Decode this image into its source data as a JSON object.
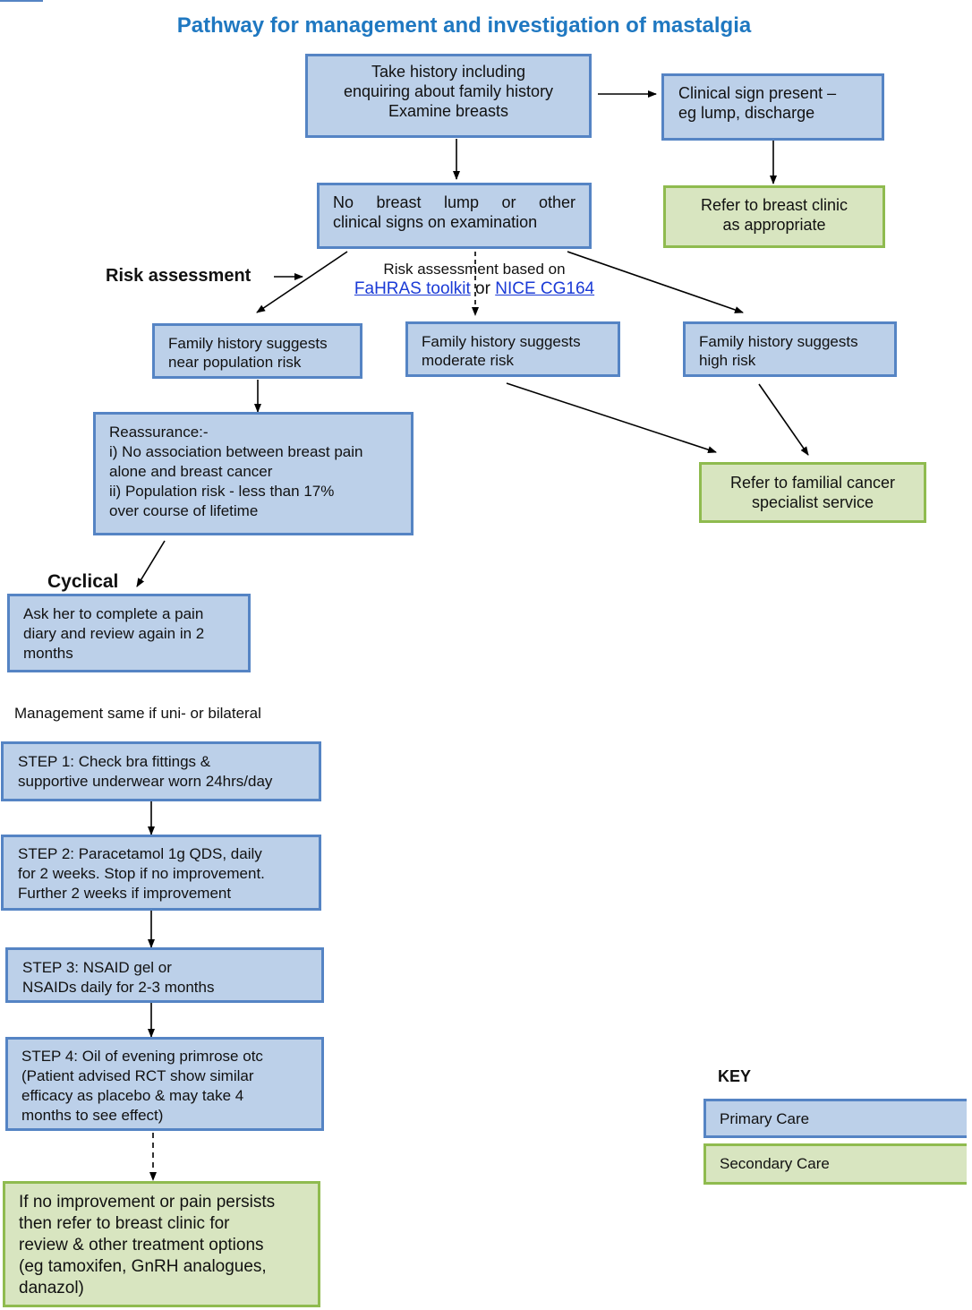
{
  "title": "Pathway for management and investigation of mastalgia",
  "history": {
    "lines": [
      "Take history including",
      "enquiring about family history",
      "Examine breasts"
    ]
  },
  "clinical_sign": {
    "lines": [
      "Clinical sign present –",
      "eg lump, discharge"
    ]
  },
  "refer_clinic": {
    "lines": [
      "Refer to breast clinic",
      "as appropriate"
    ]
  },
  "no_lump": {
    "lines": [
      "No breast lump or other",
      "clinical signs on examination"
    ]
  },
  "risk_assessment_label": "Risk assessment",
  "risk_based": {
    "text": "Risk assessment based on",
    "link1": "FaHRAS toolkit",
    "connector": "or",
    "link2": "NICE CG164"
  },
  "near_pop": {
    "lines": [
      "Family history suggests",
      "near population risk"
    ]
  },
  "moderate": {
    "lines": [
      "Family history suggests",
      "moderate risk"
    ]
  },
  "high": {
    "lines": [
      "Family history suggests",
      "high risk"
    ]
  },
  "refer_familial": {
    "lines": [
      "Refer to familial cancer",
      "specialist service"
    ]
  },
  "reassurance": {
    "lines": [
      "Reassurance:-",
      "i) No association between breast pain",
      "alone and breast cancer",
      "ii) Population risk - less than 17%",
      "over course of lifetime"
    ]
  },
  "cyclical_label": "Cyclical",
  "pain_diary": {
    "lines": [
      "Ask her to complete a pain",
      "diary and review again in 2",
      "months"
    ]
  },
  "management_note": "Management same if uni- or bilateral",
  "steps": [
    {
      "lines": [
        "STEP 1: Check bra fittings &",
        "supportive underwear worn 24hrs/day"
      ]
    },
    {
      "lines": [
        "STEP 2: Paracetamol 1g QDS, daily",
        "for 2 weeks. Stop if no improvement.",
        "Further 2 weeks if improvement"
      ]
    },
    {
      "lines": [
        "STEP 3: NSAID gel or",
        "NSAIDs daily for 2-3 months"
      ]
    },
    {
      "lines": [
        "STEP 4: Oil of evening primrose otc",
        "(Patient advised RCT show similar",
        "efficacy as placebo & may take 4",
        "months to see effect)"
      ]
    }
  ],
  "final_refer": {
    "lines": [
      "If no improvement or pain persists",
      "then refer to breast clinic for",
      "review & other treatment options",
      "(eg tamoxifen, GnRH analogues,",
      "danazol)"
    ]
  },
  "key": {
    "title": "KEY",
    "primary": "Primary Care",
    "secondary": "Secondary Care"
  },
  "colors": {
    "primary_fill": "#bcd0e9",
    "primary_border": "#5584c4",
    "secondary_fill": "#d8e5c0",
    "secondary_border": "#8fbb4f",
    "title": "#1f78c1",
    "link": "#1a3ad6"
  }
}
